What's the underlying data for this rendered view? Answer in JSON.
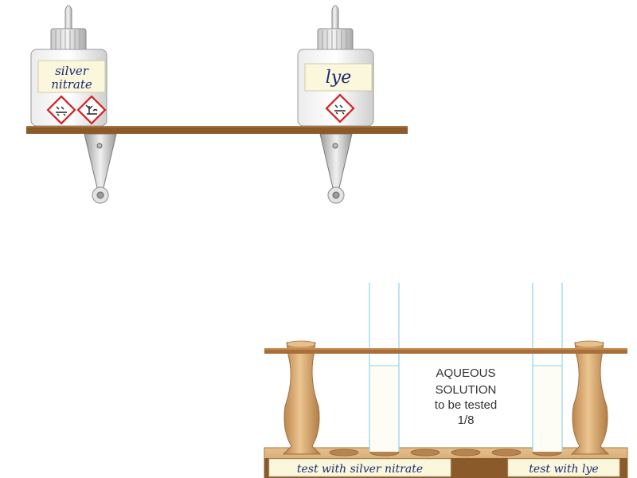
{
  "bottles": [
    {
      "label_line1": "silver",
      "label_line2": "nitrate",
      "hazards": [
        "corrosive-hazard-icon",
        "environment-hazard-icon"
      ]
    },
    {
      "label_line1": "lye",
      "hazards": [
        "corrosive-hazard-icon"
      ]
    }
  ],
  "solution": {
    "line1": "AQUEOUS",
    "line2": "SOLUTION",
    "line3": "to be tested",
    "fraction": "1/8"
  },
  "rack_labels": {
    "left": "test with silver nitrate",
    "right": "test with lye"
  },
  "colors": {
    "shelf": "#8a5a2b",
    "wood": "#d6a46a",
    "label_text": "#1a2a6e",
    "hazard_red": "#d42020",
    "tube": "#8fd3ea"
  }
}
